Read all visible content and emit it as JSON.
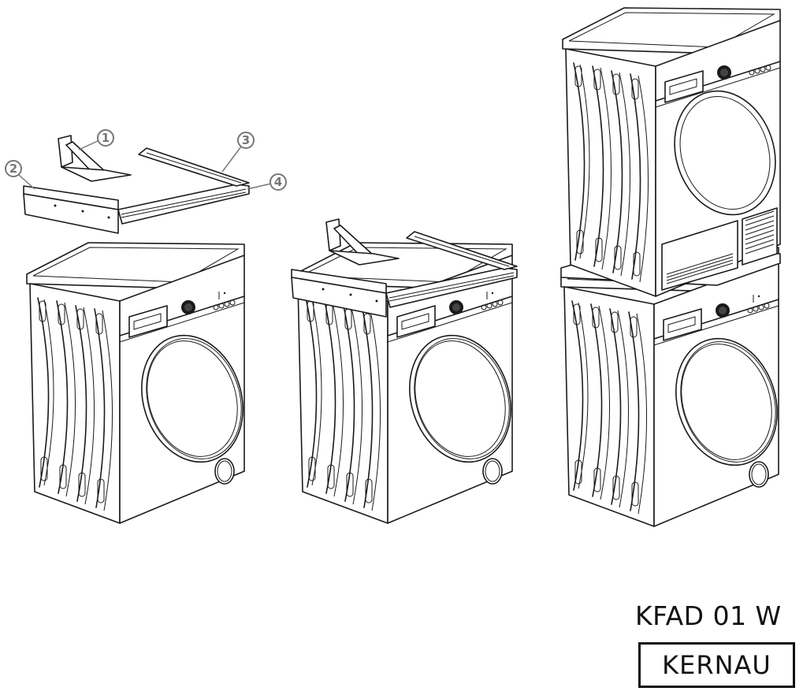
{
  "diagram": {
    "title": "Stacking kit installation overview",
    "callouts": [
      {
        "id": "1",
        "label": "1",
        "part": "bracket"
      },
      {
        "id": "2",
        "label": "2",
        "part": "front rail"
      },
      {
        "id": "3",
        "label": "3",
        "part": "rear rail"
      },
      {
        "id": "4",
        "label": "4",
        "part": "side frame"
      }
    ],
    "steps": [
      {
        "name": "step-1",
        "description": "Stacking kit shown above washing machine"
      },
      {
        "name": "step-2",
        "description": "Stacking kit mounted on washing machine"
      },
      {
        "name": "step-3",
        "description": "Dryer stacked on washing machine"
      }
    ]
  },
  "footer": {
    "model": "KFAD 01 W",
    "brand": "KERNAU"
  }
}
